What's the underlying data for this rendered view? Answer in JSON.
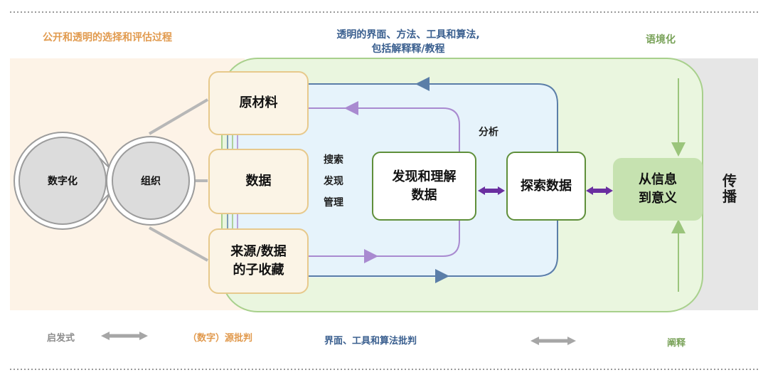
{
  "top": {
    "left_label": "公开和透明的选择和评估过程",
    "center_label_line1": "透明的界面、方法、工具和算法,",
    "center_label_line2": "包括解释释/教程",
    "right_label": "语境化"
  },
  "nodes": {
    "digitize": "数字化",
    "organize": "组织",
    "raw_material": "原材料",
    "data": "数据",
    "source_line1": "来源/数据",
    "source_line2": "的子收藏",
    "search": "搜索",
    "discover": "发现",
    "manage": "管理",
    "analysis": "分析",
    "understand_line1": "发现和理解",
    "understand_line2": "数据",
    "explore": "探索数据",
    "meaning_line1": "从信息",
    "meaning_line2": "到意义",
    "spread_line1": "传",
    "spread_line2": "播"
  },
  "bottom": {
    "heuristic": "启发式",
    "source_critique": "（数字）源批判",
    "tool_critique": "界面、工具和算法批判",
    "interpretation": "阐释"
  },
  "colors": {
    "orange": "#e19a4e",
    "blue": "#3a5f8f",
    "green": "#7aa35a",
    "purple": "#6a2fa0",
    "gray": "#8c8c8c",
    "light_orange_bg": "#fdf3e7",
    "light_green_bg": "#eaf6df",
    "light_blue_bg": "#e6f3fb",
    "gray_bg": "#e6e6e6"
  }
}
